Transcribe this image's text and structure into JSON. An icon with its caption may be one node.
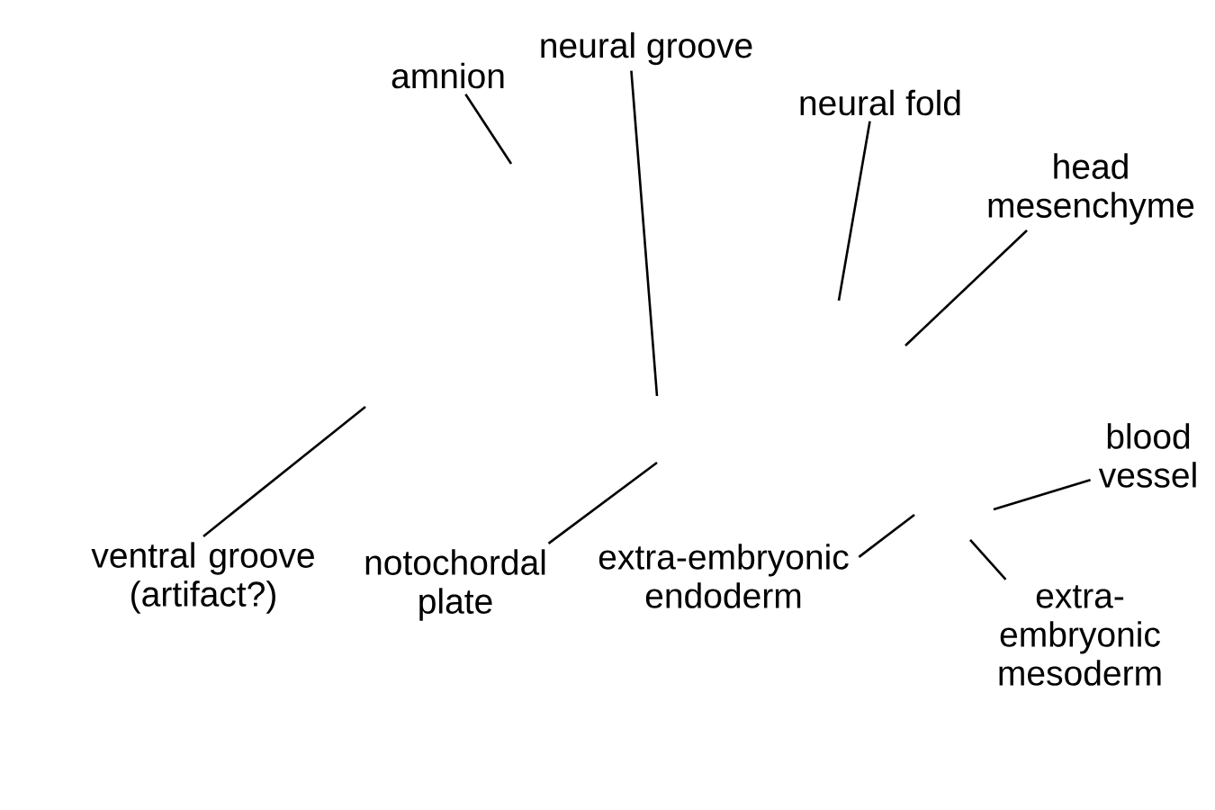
{
  "diagram": {
    "nodes": [
      {
        "text": [
          "amnion"
        ]
      },
      {
        "text": [
          "neural groove"
        ]
      },
      {
        "text": [
          "neural fold"
        ]
      },
      {
        "text": [
          "head mesenchyme"
        ]
      },
      {
        "text": [
          "blood vessel"
        ]
      },
      {
        "text": [
          "ventral groove (artifact?)"
        ]
      },
      {
        "text": [
          "notochordal plate"
        ]
      },
      {
        "text": [
          "extra-embryonic endoderm"
        ]
      },
      {
        "text": [
          "extra-embryonic mesoderm"
        ]
      }
    ],
    "edges": [
      {
        "from": 0,
        "to": null,
        "arrow": "none"
      },
      {
        "from": 1,
        "to": null,
        "arrow": "none"
      },
      {
        "from": 2,
        "to": null,
        "arrow": "none"
      },
      {
        "from": 3,
        "to": null,
        "arrow": "none"
      },
      {
        "from": 4,
        "to": null,
        "arrow": "none"
      },
      {
        "from": 5,
        "to": null,
        "arrow": "none"
      },
      {
        "from": 6,
        "to": null,
        "arrow": "none"
      },
      {
        "from": 7,
        "to": null,
        "arrow": "none"
      },
      {
        "from": 8,
        "to": null,
        "arrow": "none"
      }
    ]
  }
}
